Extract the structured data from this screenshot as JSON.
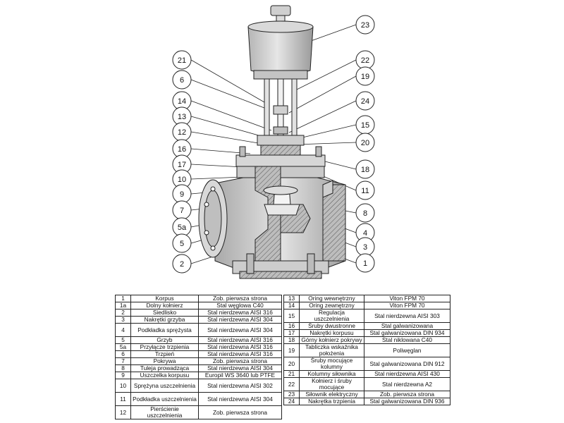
{
  "callouts": {
    "left": [
      "21",
      "6",
      "14",
      "13",
      "12",
      "16",
      "17",
      "10",
      "9",
      "7",
      "5a",
      "5",
      "2"
    ],
    "right": [
      "23",
      "22",
      "19",
      "24",
      "15",
      "20",
      "18",
      "11",
      "8",
      "4",
      "3",
      "1"
    ]
  },
  "parts_left": [
    {
      "num": "1",
      "name": "Korpus",
      "material": "Zob. pierwsza strona"
    },
    {
      "num": "1a",
      "name": "Dolny kołnierz",
      "material": "Stal węglowa C40"
    },
    {
      "num": "2",
      "name": "Siedlisko",
      "material": "Stal nierdzewna AISI 316"
    },
    {
      "num": "3",
      "name": "Nakrętki grzyba",
      "material": "Stal nierdzewna AISI 304"
    },
    {
      "num": "4",
      "name": "Podkładka sprężysta",
      "material": "Stal nierdzewna AISI 304"
    },
    {
      "num": "5",
      "name": "Grzyb",
      "material": "Stal nierdzewna AISI 316"
    },
    {
      "num": "5a",
      "name": "Przyłącze trzpienia",
      "material": "Stal nierdzewna AISI 316"
    },
    {
      "num": "6",
      "name": "Trzpień",
      "material": "Stal nierdzewna AISI 316"
    },
    {
      "num": "7",
      "name": "Pokrywa",
      "material": "Zob. pierwsza strona"
    },
    {
      "num": "8",
      "name": "Tuleja prowadząca",
      "material": "Stal nierdzewna AISI 304"
    },
    {
      "num": "9",
      "name": "Uszczelka korpusu",
      "material": "Europil WS 3640 lub PTFE"
    },
    {
      "num": "10",
      "name": "Sprężyna uszczelnienia",
      "material": "Stal nierdzewna AISI 302"
    },
    {
      "num": "11",
      "name": "Podkładka uszczelnienia",
      "material": "Stal nierdzewna AISI 304"
    },
    {
      "num": "12",
      "name": "Pierścienie uszczelnienia",
      "material": "Zob. pierwsza strona"
    }
  ],
  "parts_right": [
    {
      "num": "13",
      "name": "Oring wewnętrzny",
      "material": "Viton FPM 70"
    },
    {
      "num": "14",
      "name": "Oring zewnętrzny",
      "material": "Viton FPM 70"
    },
    {
      "num": "15",
      "name": "Regulacja uszczelnienia",
      "material": "Stal nierdzewna AISI 303"
    },
    {
      "num": "16",
      "name": "Śruby dwustronne",
      "material": "Stal galwanizowana"
    },
    {
      "num": "17",
      "name": "Nakrętki korpusu",
      "material": "Stal galwanizowana DIN 934"
    },
    {
      "num": "18",
      "name": "Górny kołnierz pokrywy",
      "material": "Stal niklowana C40"
    },
    {
      "num": "19",
      "name": "Tabliczka wskaźnika położenia",
      "material": "Poliwęglan"
    },
    {
      "num": "20",
      "name": "Śruby mocujące kolumny",
      "material": "Stal galwanizowana DIN 912"
    },
    {
      "num": "21",
      "name": "Kolumny siłownika",
      "material": "Stal nierdzewna AISI 430"
    },
    {
      "num": "22",
      "name": "Kołnierz i śruby mocujące",
      "material": "Stal nierdzewna A2"
    },
    {
      "num": "23",
      "name": "Siłownik elektryczny",
      "material": "Zob. pierwsza strona"
    },
    {
      "num": "24",
      "name": "Nakrętka trzpienia",
      "material": "Stal galwanizowana DIN 936"
    }
  ]
}
